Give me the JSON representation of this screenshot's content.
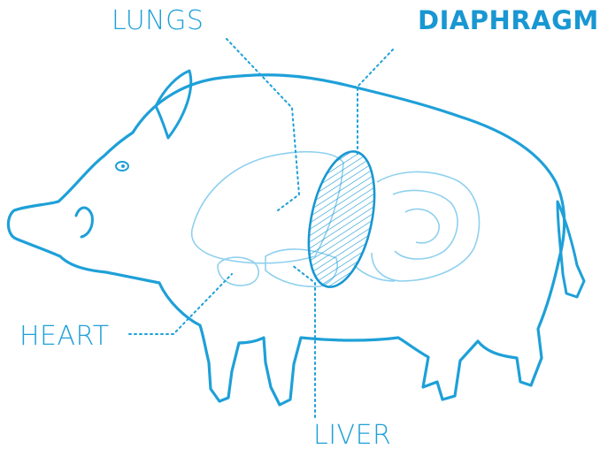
{
  "labels": {
    "lungs": "LUNGS",
    "diaphragm": "DIAPHRAGM",
    "heart": "HEART",
    "liver": "LIVER"
  },
  "highlighted_organ": "diaphragm",
  "colors": {
    "outline": "#1ea0d8",
    "organ_line": "#8fd0ee",
    "highlight": "#1897d2",
    "background": "#ffffff"
  }
}
